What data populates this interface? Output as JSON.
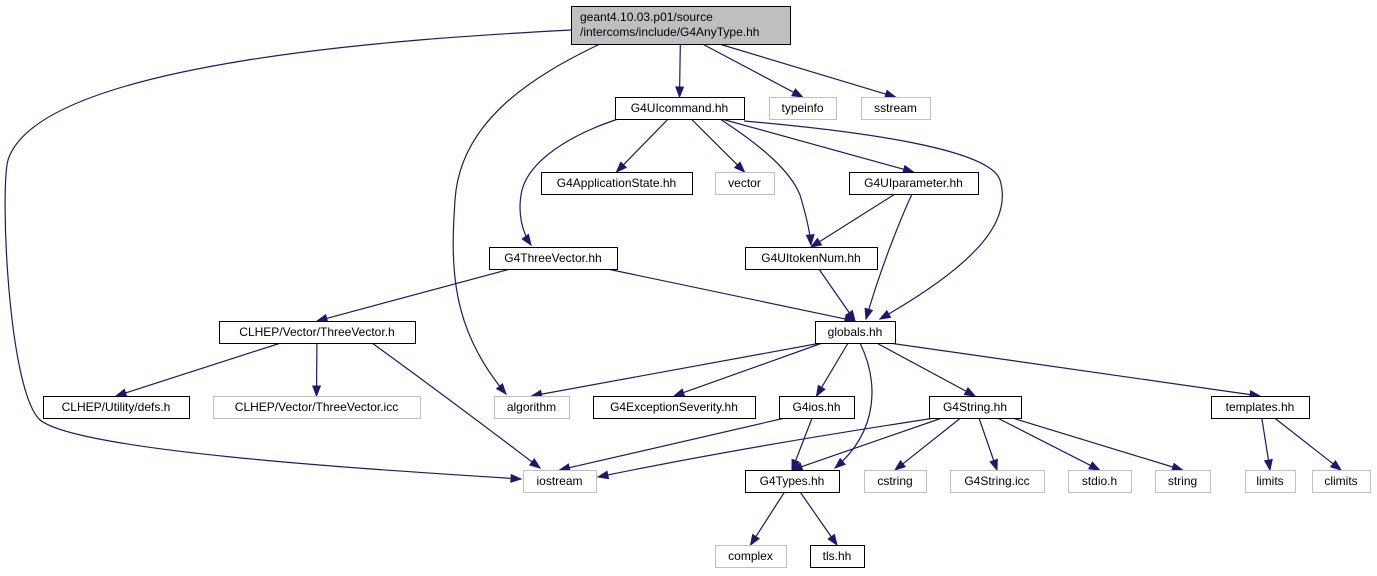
{
  "colors": {
    "edge": "#191970",
    "node_border": "#000000",
    "external_border": "#bfbfbf",
    "root_fill": "#bfbfbf",
    "node_fill": "#ffffff"
  },
  "nodes": [
    {
      "id": "root",
      "kind": "root",
      "lines": [
        "geant4.10.03.p01/source",
        "/intercoms/include/G4AnyType.hh"
      ]
    },
    {
      "id": "uicommand",
      "kind": "internal",
      "lines": [
        "G4UIcommand.hh"
      ]
    },
    {
      "id": "typeinfo",
      "kind": "external",
      "lines": [
        "typeinfo"
      ]
    },
    {
      "id": "sstream",
      "kind": "external",
      "lines": [
        "sstream"
      ]
    },
    {
      "id": "appstate",
      "kind": "internal",
      "lines": [
        "G4ApplicationState.hh"
      ]
    },
    {
      "id": "vector",
      "kind": "external",
      "lines": [
        "vector"
      ]
    },
    {
      "id": "uiparameter",
      "kind": "internal",
      "lines": [
        "G4UIparameter.hh"
      ]
    },
    {
      "id": "threevector",
      "kind": "internal",
      "lines": [
        "G4ThreeVector.hh"
      ]
    },
    {
      "id": "uitokennum",
      "kind": "internal",
      "lines": [
        "G4UItokenNum.hh"
      ]
    },
    {
      "id": "clhepthreevector",
      "kind": "internal",
      "lines": [
        "CLHEP/Vector/ThreeVector.h"
      ]
    },
    {
      "id": "globals",
      "kind": "internal",
      "lines": [
        "globals.hh"
      ]
    },
    {
      "id": "clhepdefs",
      "kind": "internal",
      "lines": [
        "CLHEP/Utility/defs.h"
      ]
    },
    {
      "id": "clhepicc",
      "kind": "external",
      "lines": [
        "CLHEP/Vector/ThreeVector.icc"
      ]
    },
    {
      "id": "algorithm",
      "kind": "external",
      "lines": [
        "algorithm"
      ]
    },
    {
      "id": "exceptionseverity",
      "kind": "internal",
      "lines": [
        "G4ExceptionSeverity.hh"
      ]
    },
    {
      "id": "g4ios",
      "kind": "internal",
      "lines": [
        "G4ios.hh"
      ]
    },
    {
      "id": "g4string",
      "kind": "internal",
      "lines": [
        "G4String.hh"
      ]
    },
    {
      "id": "templates",
      "kind": "internal",
      "lines": [
        "templates.hh"
      ]
    },
    {
      "id": "iostream",
      "kind": "external",
      "lines": [
        "iostream"
      ]
    },
    {
      "id": "g4types",
      "kind": "internal",
      "lines": [
        "G4Types.hh"
      ]
    },
    {
      "id": "cstring",
      "kind": "external",
      "lines": [
        "cstring"
      ]
    },
    {
      "id": "g4stringicc",
      "kind": "external",
      "lines": [
        "G4String.icc"
      ]
    },
    {
      "id": "stdioh",
      "kind": "external",
      "lines": [
        "stdio.h"
      ]
    },
    {
      "id": "string",
      "kind": "external",
      "lines": [
        "string"
      ]
    },
    {
      "id": "limits",
      "kind": "external",
      "lines": [
        "limits"
      ]
    },
    {
      "id": "climits",
      "kind": "external",
      "lines": [
        "climits"
      ]
    },
    {
      "id": "complex",
      "kind": "external",
      "lines": [
        "complex"
      ]
    },
    {
      "id": "tlshh",
      "kind": "internal",
      "lines": [
        "tls.hh"
      ]
    }
  ],
  "edges": [
    {
      "from": "root",
      "to": "iostream"
    },
    {
      "from": "root",
      "to": "algorithm"
    },
    {
      "from": "root",
      "to": "uicommand"
    },
    {
      "from": "root",
      "to": "typeinfo"
    },
    {
      "from": "root",
      "to": "sstream"
    },
    {
      "from": "uicommand",
      "to": "threevector"
    },
    {
      "from": "uicommand",
      "to": "appstate"
    },
    {
      "from": "uicommand",
      "to": "vector"
    },
    {
      "from": "uicommand",
      "to": "uitokennum"
    },
    {
      "from": "uicommand",
      "to": "uiparameter"
    },
    {
      "from": "uicommand",
      "to": "globals"
    },
    {
      "from": "uiparameter",
      "to": "uitokennum"
    },
    {
      "from": "uiparameter",
      "to": "globals"
    },
    {
      "from": "threevector",
      "to": "clhepthreevector"
    },
    {
      "from": "threevector",
      "to": "globals"
    },
    {
      "from": "uitokennum",
      "to": "globals"
    },
    {
      "from": "clhepthreevector",
      "to": "clhepdefs"
    },
    {
      "from": "clhepthreevector",
      "to": "clhepicc"
    },
    {
      "from": "clhepthreevector",
      "to": "iostream"
    },
    {
      "from": "globals",
      "to": "algorithm"
    },
    {
      "from": "globals",
      "to": "exceptionseverity"
    },
    {
      "from": "globals",
      "to": "g4ios"
    },
    {
      "from": "globals",
      "to": "g4types"
    },
    {
      "from": "globals",
      "to": "g4string"
    },
    {
      "from": "globals",
      "to": "templates"
    },
    {
      "from": "g4ios",
      "to": "iostream"
    },
    {
      "from": "g4ios",
      "to": "g4types"
    },
    {
      "from": "g4string",
      "to": "iostream"
    },
    {
      "from": "g4string",
      "to": "g4types"
    },
    {
      "from": "g4string",
      "to": "cstring"
    },
    {
      "from": "g4string",
      "to": "g4stringicc"
    },
    {
      "from": "g4string",
      "to": "stdioh"
    },
    {
      "from": "g4string",
      "to": "string"
    },
    {
      "from": "templates",
      "to": "limits"
    },
    {
      "from": "templates",
      "to": "climits"
    },
    {
      "from": "g4types",
      "to": "complex"
    },
    {
      "from": "g4types",
      "to": "tlshh"
    }
  ]
}
